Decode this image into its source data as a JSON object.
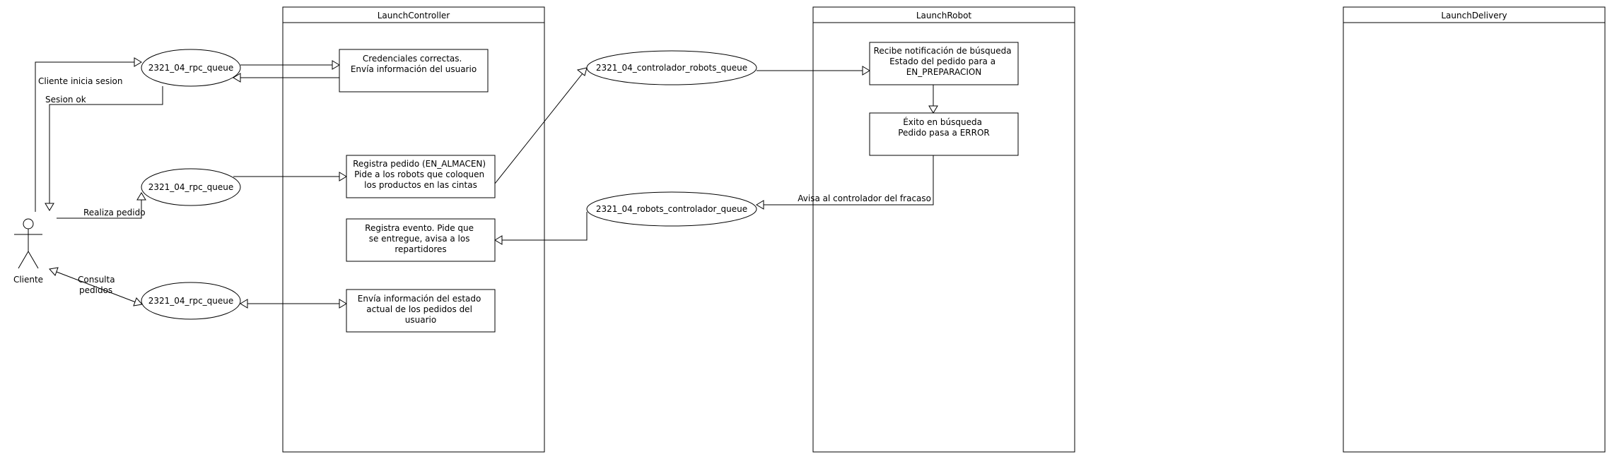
{
  "lanes": {
    "controller": "LaunchController",
    "robot": "LaunchRobot",
    "delivery": "LaunchDelivery"
  },
  "actor": {
    "label": "Cliente"
  },
  "queues": {
    "rpc1": "2321_04_rpc_queue",
    "rpc2": "2321_04_rpc_queue",
    "rpc3": "2321_04_rpc_queue",
    "ctrl_robots": "2321_04_controlador_robots_queue",
    "robots_ctrl": "2321_04_robots_controlador_queue"
  },
  "boxes": {
    "credenciales": [
      "Credenciales correctas.",
      "Envía información del usuario"
    ],
    "registra_pedido": [
      "Registra pedido (EN_ALMACEN)",
      "Pide a los robots que coloquen",
      "los productos en las cintas"
    ],
    "registra_evento": [
      "Registra evento. Pide que",
      "se entregue, avisa a los",
      "repartidores"
    ],
    "envia_estado": [
      "Envía información del estado",
      "actual de los pedidos del",
      "usuario"
    ],
    "recibe_notif": [
      "Recibe notificación de búsqueda",
      "Estado del pedido para a",
      "EN_PREPARACION"
    ],
    "exito": [
      "Éxito en búsqueda",
      "Pedido pasa a ERROR"
    ]
  },
  "edge_labels": {
    "inicia_sesion": "Cliente inicia sesion",
    "sesion_ok": "Sesion ok",
    "realiza_pedido": "Realiza pedido",
    "consulta": [
      "Consulta",
      "pedidos"
    ],
    "avisa_fracaso": "Avisa al controlador del fracaso"
  }
}
